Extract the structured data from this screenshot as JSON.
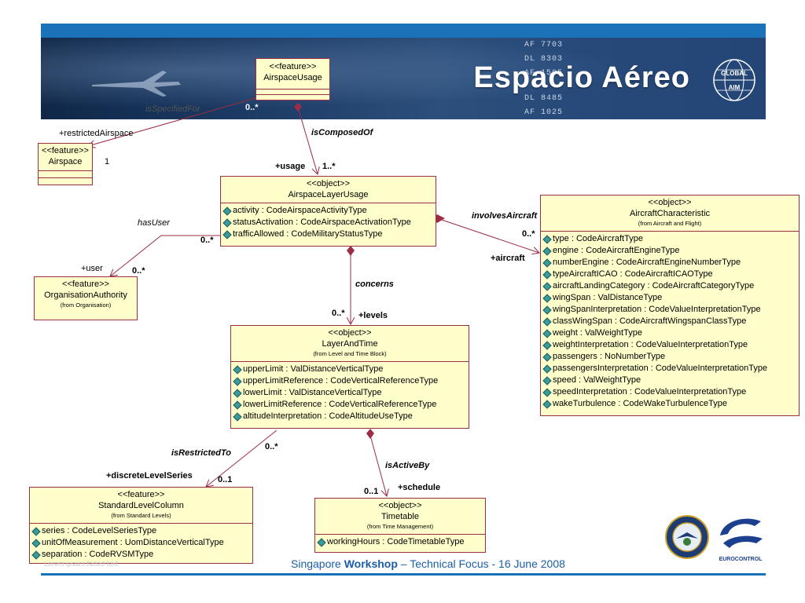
{
  "banner": {
    "title": "Espacio Aéreo",
    "logo_text": [
      "GLOBAL",
      "AIM"
    ],
    "board_text": [
      "AF 7703",
      "DL 8303",
      "AF 1505",
      "DL 8485",
      "AF 1025"
    ]
  },
  "footer": {
    "prefix": "Singapore ",
    "bold": "Workshop",
    "suffix": " – Technical Focus - 16 June 2008",
    "faded": "Lorem ipsum faded text"
  },
  "boxes": {
    "airspace_usage": {
      "stereotype": "<<feature>>",
      "name": "AirspaceUsage"
    },
    "airspace": {
      "stereotype": "<<feature>>",
      "name": "Airspace"
    },
    "airspace_layer_usage": {
      "stereotype": "<<object>>",
      "name": "AirspaceLayerUsage",
      "attrs": [
        "activity : CodeAirspaceActivityType",
        "statusActivation : CodeAirspaceActivationType",
        "trafficAllowed : CodeMilitaryStatusType"
      ]
    },
    "organisation_authority": {
      "stereotype": "<<feature>>",
      "name": "OrganisationAuthority",
      "from": "(from Organisation)"
    },
    "aircraft_characteristic": {
      "stereotype": "<<object>>",
      "name": "AircraftCharacteristic",
      "from": "(from Aircraft and Flight)",
      "attrs": [
        "type : CodeAircraftType",
        "engine : CodeAircraftEngineType",
        "numberEngine : CodeAircraftEngineNumberType",
        "typeAircraftICAO : CodeAircraftICAOType",
        "aircraftLandingCategory : CodeAircraftCategoryType",
        "wingSpan : ValDistanceType",
        "wingSpanInterpretation : CodeValueInterpretationType",
        "classWingSpan : CodeAircraftWingspanClassType",
        "weight : ValWeightType",
        "weightInterpretation : CodeValueInterpretationType",
        "passengers : NoNumberType",
        "passengersInterpretation : CodeValueInterpretationType",
        "speed : ValWeightType",
        "speedInterpretation : CodeValueInterpretationType",
        "wakeTurbulence : CodeWakeTurbulenceType"
      ]
    },
    "layer_and_time": {
      "stereotype": "<<object>>",
      "name": "LayerAndTime",
      "from": "(from Level and Time Block)",
      "attrs": [
        "upperLimit : ValDistanceVerticalType",
        "upperLimitReference : CodeVerticalReferenceType",
        "lowerLimit : ValDistanceVerticalType",
        "lowerLimitReference : CodeVerticalReferenceType",
        "altitudeInterpretation : CodeAltitudeUseType"
      ]
    },
    "standard_level_column": {
      "stereotype": "<<feature>>",
      "name": "StandardLevelColumn",
      "from": "(from Standard Levels)",
      "attrs": [
        "series : CodeLevelSeriesType",
        "unitOfMeasurement : UomDistanceVerticalType",
        "separation : CodeRVSMType"
      ]
    },
    "timetable": {
      "stereotype": "<<object>>",
      "name": "Timetable",
      "from": "(from Time Management)",
      "attrs": [
        "workingHours : CodeTimetableType"
      ]
    }
  },
  "labels": {
    "is_specified_for": "isSpecifiedFor",
    "mult_usage_top": "0..*",
    "restricted_airspace": "+restrictedAirspace",
    "mult_airspace": "1",
    "is_composed_of": "isComposedOf",
    "usage": "+usage",
    "mult_usage": "1..*",
    "has_user": "hasUser",
    "mult_user_layer": "0..*",
    "user": "+user",
    "mult_user": "0..*",
    "involves_aircraft": "involvesAircraft",
    "mult_aircraft": "0..*",
    "aircraft": "+aircraft",
    "concerns": "concerns",
    "mult_levels": "0..*",
    "levels": "+levels",
    "is_restricted_to": "isRestrictedTo",
    "mult_restricted": "0..*",
    "discrete_level_series": "+discreteLevelSeries",
    "mult_discrete": "0..1",
    "is_active_by": "isActiveBy",
    "schedule": "+schedule",
    "mult_schedule": "0..1"
  },
  "colors": {
    "box_fill": "#ffffcc",
    "box_border": "#9b2d44",
    "accent_blue": "#1a72b8",
    "footer_blue": "#1a5ea8"
  },
  "icons": {
    "attribute": "attribute-icon",
    "faa": "faa-seal-icon",
    "eurocontrol": "eurocontrol-logo-icon",
    "globe": "global-aim-globe-icon"
  },
  "logos": {
    "eurocontrol_text": "EUROCONTROL"
  }
}
